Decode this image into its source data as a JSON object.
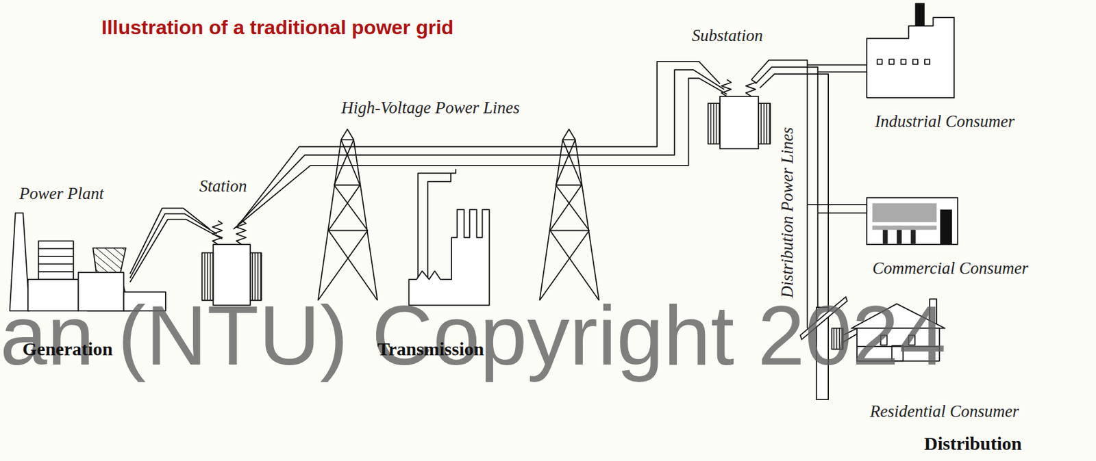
{
  "diagram": {
    "title": "Illustration of a traditional power grid",
    "labels": [
      "an (NTU) Copyright 2024",
      "Power Plant",
      "Station",
      "High-Voltage Power Lines",
      "Substation",
      "Distribution Power Lines",
      "Industrial Consumer",
      "Commercial Consumer",
      "Residential Consumer",
      "Generation",
      "Transmission",
      "Distribution"
    ]
  }
}
